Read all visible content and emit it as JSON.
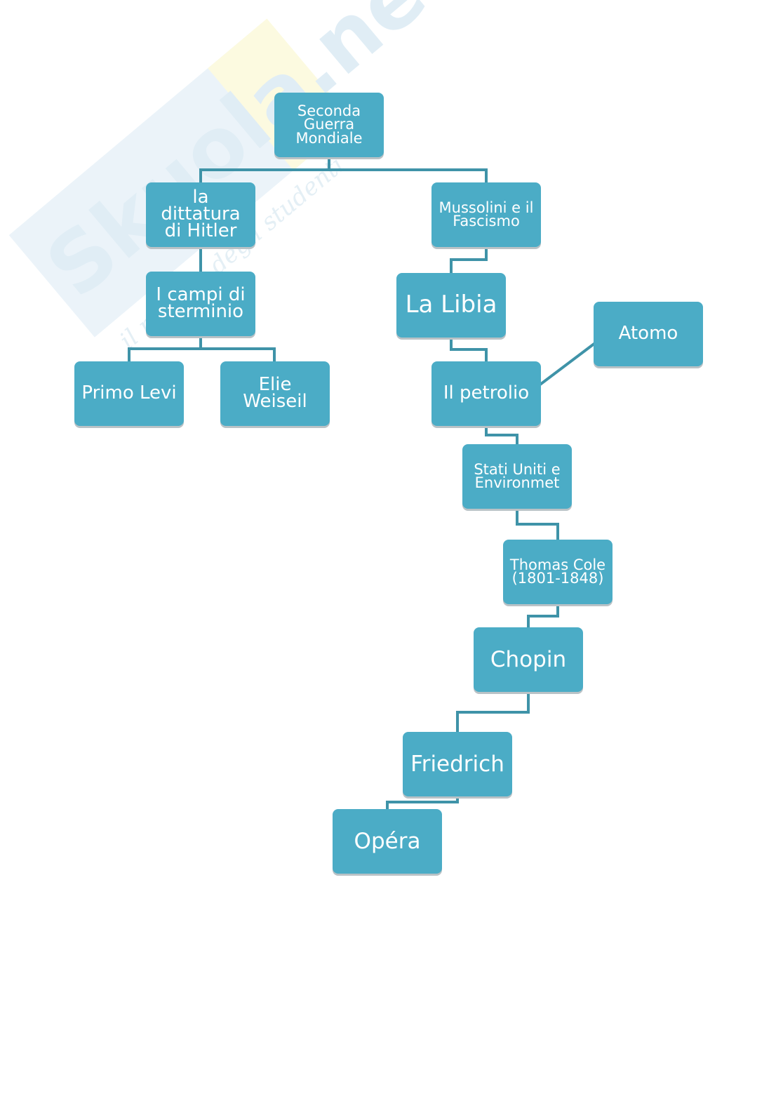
{
  "watermark": {
    "brand": "Skuola.net",
    "tagline": "il portale degli studenti"
  },
  "diagram": {
    "nodes": {
      "seconda_guerra": "Seconda Guerra Mondiale",
      "dittatura_hitler": "la dittatura di Hitler",
      "mussolini_fascismo": "Mussolini e il Fascismo",
      "campi_sterminio": "I campi di sterminio",
      "la_libia": "La Libia",
      "atomo": "Atomo",
      "primo_levi": "Primo Levi",
      "elie_weiseil": "Elie Weiseil",
      "il_petrolio": "Il petrolio",
      "stati_uniti": "Stati Uniti e Environmet",
      "thomas_cole": "Thomas Cole (1801-1848)",
      "chopin": "Chopin",
      "friedrich": "Friedrich",
      "opera": "Opéra"
    },
    "colors": {
      "node_fill": "#4bacc6",
      "node_text": "#ffffff",
      "connector": "#3f93a8",
      "shadow": "#b9c2c6"
    }
  }
}
